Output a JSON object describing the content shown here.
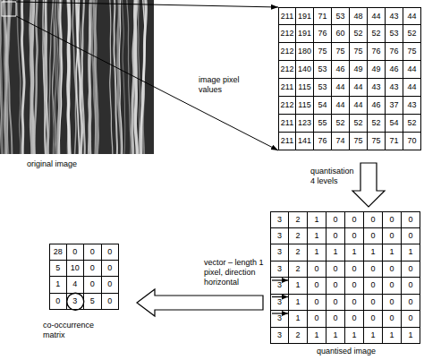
{
  "diagram": {
    "nodes": [
      {
        "text": [
          "original image"
        ]
      },
      {
        "text": [
          "211",
          "191",
          "71",
          "53",
          "48",
          "44",
          "43",
          "44",
          "212",
          "191",
          "76",
          "60",
          "52",
          "52",
          "53",
          "52",
          "212",
          "180",
          "75",
          "75",
          "75",
          "76",
          "76",
          "75",
          "212",
          "140",
          "53",
          "46",
          "49",
          "49",
          "46",
          "44",
          "211",
          "115",
          "53",
          "44",
          "44",
          "43",
          "43",
          "44",
          "212",
          "115",
          "54",
          "44",
          "44",
          "46",
          "37",
          "43",
          "211",
          "123",
          "55",
          "52",
          "52",
          "52",
          "54",
          "52",
          "211",
          "141",
          "76",
          "74",
          "75",
          "75",
          "71",
          "70"
        ]
      },
      {
        "text": [
          "3",
          "2",
          "1",
          "0",
          "0",
          "0",
          "0",
          "0",
          "3",
          "2",
          "1",
          "0",
          "0",
          "0",
          "0",
          "0",
          "3",
          "2",
          "1",
          "1",
          "1",
          "1",
          "1",
          "1",
          "3",
          "2",
          "0",
          "0",
          "0",
          "0",
          "0",
          "0",
          "3",
          "1",
          "0",
          "0",
          "0",
          "0",
          "0",
          "0",
          "3",
          "1",
          "0",
          "0",
          "0",
          "0",
          "0",
          "0",
          "3",
          "1",
          "0",
          "0",
          "0",
          "0",
          "0",
          "0",
          "3",
          "2",
          "1",
          "1",
          "1",
          "1",
          "1",
          "1",
          "quantised image"
        ]
      },
      {
        "text": [
          "28",
          "0",
          "0",
          "0",
          "5",
          "10",
          "0",
          "0",
          "1",
          "4",
          "0",
          "0",
          "0",
          "3",
          "5",
          "0",
          "co-occurrence matrix"
        ]
      }
    ],
    "edges": [
      {
        "from": 0,
        "to": 1,
        "arrow": "to"
      },
      {
        "from": 0,
        "to": 1,
        "arrow": "to"
      },
      {
        "from": 1,
        "to": 2,
        "arrow": "to",
        "label": "quantisation 4 levels"
      },
      {
        "from": 2,
        "to": 3,
        "arrow": "to",
        "label": "vector – length 1 pixel, direction horizontal"
      }
    ],
    "labels": [
      "image pixel values"
    ]
  }
}
